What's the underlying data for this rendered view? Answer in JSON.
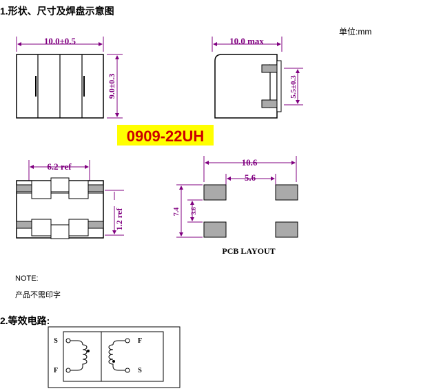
{
  "section1": {
    "title": "1.形状、尺寸及焊盘示意图"
  },
  "unit_label": "单位:mm",
  "top_view": {
    "width_dim": "10.0±0.5",
    "height_dim": "9.0±0.3"
  },
  "side_view": {
    "width_dim": "10.0 max",
    "height_dim": "5.5±0.3"
  },
  "part_number": "0909-22UH",
  "bottom_view": {
    "pad_dim": "6.2 ref",
    "pad_height": "1.2 ref"
  },
  "pcb_layout": {
    "label": "PCB LAYOUT",
    "outer_width": "10.6",
    "inner_width": "5.6",
    "outer_height": "7.4",
    "inner_height": "3.6"
  },
  "note": {
    "title": "NOTE:",
    "text": "产品不需印字"
  },
  "section2": {
    "title": "2.等效电路:"
  },
  "circuit": {
    "s_left": "S",
    "f_left": "F",
    "f_right": "F",
    "s_right": "S"
  },
  "colors": {
    "dimension": "#800080",
    "part_number": "#cc0000",
    "part_number_bg": "#ffff00"
  }
}
